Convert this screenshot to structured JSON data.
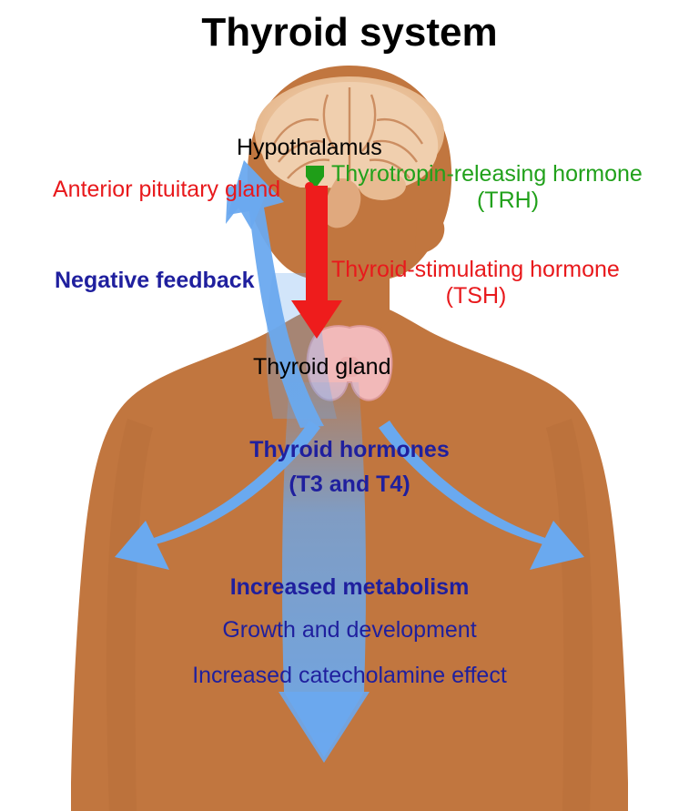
{
  "title": "Thyroid system",
  "colors": {
    "body": "#c1763f",
    "arrow_blue": "#6aa9ef",
    "arrow_red": "#ee1c1c",
    "text_black": "#000000",
    "text_green": "#21a11b",
    "text_red": "#e8191c",
    "text_navy": "#1f1f9e",
    "brain": "#efc8a6",
    "thyroid": "#f0b8b8"
  },
  "labels": {
    "hypothalamus": "Hypothalamus",
    "anterior_pituitary": "Anterior pituitary gland",
    "trh_line1": "Thyrotropin-releasing hormone",
    "trh_line2": "(TRH)",
    "negative_feedback": "Negative feedback",
    "tsh_line1": "Thyroid-stimulating hormone",
    "tsh_line2": "(TSH)",
    "thyroid_gland": "Thyroid gland",
    "thyroid_hormones_line1": "Thyroid hormones",
    "thyroid_hormones_line2": "(T3 and T4)",
    "increased_metabolism": "Increased metabolism",
    "growth_development": "Growth and development",
    "increased_catecholamine": "Increased catecholamine effect"
  },
  "diagram": {
    "type": "flow-diagram",
    "nodes": [
      "Hypothalamus",
      "Anterior pituitary gland",
      "Thyroid gland"
    ],
    "signals": [
      "Thyrotropin-releasing hormone (TRH)",
      "Thyroid-stimulating hormone (TSH)",
      "Thyroid hormones (T3 and T4)",
      "Negative feedback"
    ],
    "effects": [
      "Increased metabolism",
      "Growth and development",
      "Increased catecholamine effect"
    ]
  }
}
